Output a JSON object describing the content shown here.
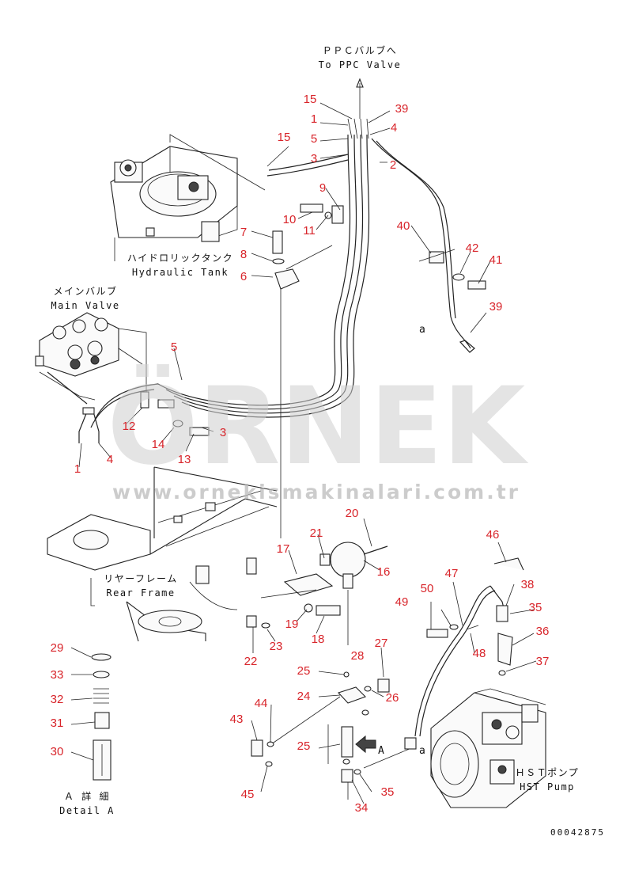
{
  "labels": {
    "ppc_jp": "ＰＰＣバルブへ",
    "ppc_en": "To PPC Valve",
    "tank_jp": "ハイドロリックタンク",
    "tank_en": "Hydraulic Tank",
    "mainvalve_jp": "メインバルブ",
    "mainvalve_en": "Main Valve",
    "rearframe_jp": "リヤーフレーム",
    "rearframe_en": "Rear Frame",
    "hst_jp": "ＨＳＴポンプ",
    "hst_en": "HST Pump",
    "detail_jp": "Ａ 詳 細",
    "detail_en": "Detail A",
    "view_a_arrow": "A",
    "view_a_small_upper": "a",
    "view_a_small_lower": "a",
    "drawing_code": "00042875"
  },
  "watermark": {
    "brand": "ÖRNEK",
    "url": "www.ornekismakinalari.com.tr"
  },
  "callouts": [
    {
      "id": "c15a",
      "text": "15"
    },
    {
      "id": "c1a",
      "text": "1"
    },
    {
      "id": "c5a",
      "text": "5"
    },
    {
      "id": "c3a",
      "text": "3"
    },
    {
      "id": "c39a",
      "text": "39"
    },
    {
      "id": "c4a",
      "text": "4"
    },
    {
      "id": "c2",
      "text": "2"
    },
    {
      "id": "c15b",
      "text": "15"
    },
    {
      "id": "c9",
      "text": "9"
    },
    {
      "id": "c10",
      "text": "10"
    },
    {
      "id": "c11",
      "text": "11"
    },
    {
      "id": "c7",
      "text": "7"
    },
    {
      "id": "c8",
      "text": "8"
    },
    {
      "id": "c6",
      "text": "6"
    },
    {
      "id": "c40",
      "text": "40"
    },
    {
      "id": "c42",
      "text": "42"
    },
    {
      "id": "c41",
      "text": "41"
    },
    {
      "id": "c39b",
      "text": "39"
    },
    {
      "id": "c5b",
      "text": "5"
    },
    {
      "id": "c12",
      "text": "12"
    },
    {
      "id": "c14",
      "text": "14"
    },
    {
      "id": "c3b",
      "text": "3"
    },
    {
      "id": "c13",
      "text": "13"
    },
    {
      "id": "c1b",
      "text": "1"
    },
    {
      "id": "c4b",
      "text": "4"
    },
    {
      "id": "c20",
      "text": "20"
    },
    {
      "id": "c21",
      "text": "21"
    },
    {
      "id": "c17",
      "text": "17"
    },
    {
      "id": "c16",
      "text": "16"
    },
    {
      "id": "c19",
      "text": "19"
    },
    {
      "id": "c18",
      "text": "18"
    },
    {
      "id": "c22",
      "text": "22"
    },
    {
      "id": "c23",
      "text": "23"
    },
    {
      "id": "c46",
      "text": "46"
    },
    {
      "id": "c47",
      "text": "47"
    },
    {
      "id": "c38",
      "text": "38"
    },
    {
      "id": "c50",
      "text": "50"
    },
    {
      "id": "c49",
      "text": "49"
    },
    {
      "id": "c35a",
      "text": "35"
    },
    {
      "id": "c36",
      "text": "36"
    },
    {
      "id": "c48",
      "text": "48"
    },
    {
      "id": "c37",
      "text": "37"
    },
    {
      "id": "c27",
      "text": "27"
    },
    {
      "id": "c28",
      "text": "28"
    },
    {
      "id": "c25a",
      "text": "25"
    },
    {
      "id": "c26",
      "text": "26"
    },
    {
      "id": "c24",
      "text": "24"
    },
    {
      "id": "c44",
      "text": "44"
    },
    {
      "id": "c43",
      "text": "43"
    },
    {
      "id": "c25b",
      "text": "25"
    },
    {
      "id": "c45",
      "text": "45"
    },
    {
      "id": "c34",
      "text": "34"
    },
    {
      "id": "c35b",
      "text": "35"
    },
    {
      "id": "c29",
      "text": "29"
    },
    {
      "id": "c33",
      "text": "33"
    },
    {
      "id": "c32",
      "text": "32"
    },
    {
      "id": "c31",
      "text": "31"
    },
    {
      "id": "c30",
      "text": "30"
    }
  ]
}
